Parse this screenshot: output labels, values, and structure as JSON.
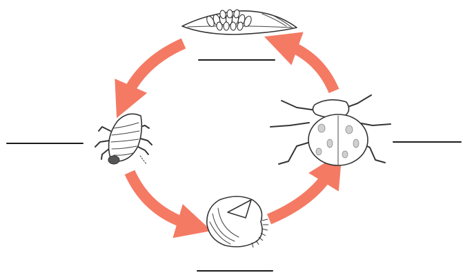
{
  "diagram": {
    "stages": [
      {
        "id": "eggs",
        "label": ""
      },
      {
        "id": "larva",
        "label": ""
      },
      {
        "id": "pupa",
        "label": ""
      },
      {
        "id": "adult",
        "label": ""
      }
    ],
    "colors": {
      "arrow": "#f47a64",
      "ink": "#333333",
      "blank_line": "#1a1a1a",
      "background": "#ffffff"
    },
    "icons": [
      "eggs-on-leaf-icon",
      "larva-icon",
      "pupa-icon",
      "adult-ladybug-icon"
    ]
  }
}
